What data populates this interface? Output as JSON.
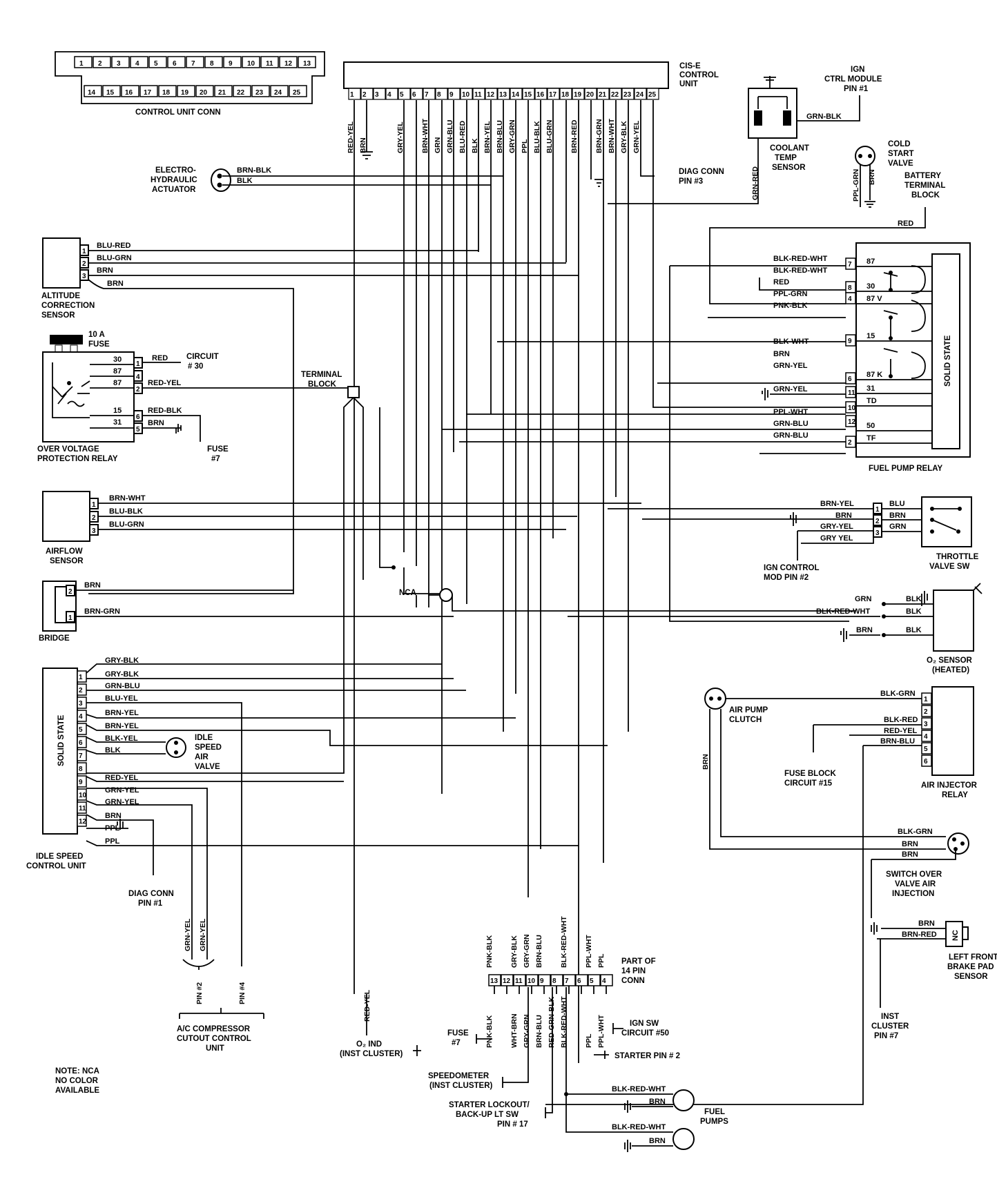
{
  "control_unit_conn": {
    "label": "CONTROL UNIT CONN",
    "top_row": [
      "1",
      "2",
      "3",
      "4",
      "5",
      "6",
      "7",
      "8",
      "9",
      "10",
      "11",
      "12",
      "13"
    ],
    "bottom_row": [
      "14",
      "15",
      "16",
      "17",
      "18",
      "19",
      "20",
      "21",
      "22",
      "23",
      "24",
      "25"
    ]
  },
  "cise": {
    "title_lines": [
      "CIS-E",
      "CONTROL",
      "UNIT"
    ],
    "pins": [
      "1",
      "2",
      "3",
      "4",
      "5",
      "6",
      "7",
      "8",
      "9",
      "10",
      "11",
      "12",
      "13",
      "14",
      "15",
      "16",
      "17",
      "18",
      "19",
      "20",
      "21",
      "22",
      "23",
      "24",
      "25"
    ],
    "wire_labels": [
      "RED-YEL",
      "BRN",
      "",
      "",
      "GRY-YEL",
      "",
      "BRN-WHT",
      "GRN",
      "GRN-BLU",
      "BLU-RED",
      "BLK",
      "BRN-YEL",
      "BRN-BLU",
      "GRY-GRN",
      "PPL",
      "BLU-BLK",
      "BLU-GRN",
      "",
      "BRN-RED",
      "",
      "BRN-GRN",
      "BRN-WHT",
      "GRY-BLK",
      "GRN-YEL",
      ""
    ]
  },
  "electro_hydraulic": {
    "name_lines": [
      "ELECTRO-",
      "HYDRAULIC",
      "ACTUATOR"
    ],
    "wires": [
      "BRN-BLK",
      "BLK"
    ]
  },
  "diag_conn_pin3": [
    "DIAG CONN",
    "PIN #3"
  ],
  "ign_ctrl_module": [
    "IGN",
    "CTRL MODULE",
    "PIN #1"
  ],
  "coolant_temp": {
    "name_lines": [
      "COOLANT",
      "TEMP",
      "SENSOR"
    ],
    "wires": [
      "GRN-BLK",
      "GRN-RED"
    ]
  },
  "cold_start": {
    "name_lines": [
      "COLD",
      "START",
      "VALVE"
    ],
    "wires": [
      "PPL-GRN",
      "BRN"
    ]
  },
  "battery_terminal": {
    "name_lines": [
      "BATTERY",
      "TERMINAL",
      "BLOCK"
    ],
    "wire": "RED"
  },
  "altitude": {
    "name_lines": [
      "ALTITUDE",
      "CORRECTION",
      "SENSOR"
    ],
    "pins": [
      "1",
      "2",
      "3"
    ],
    "wires": [
      "BLU-RED",
      "BLU-GRN",
      "BRN",
      "BRN"
    ]
  },
  "ovp": {
    "fuse_lines": [
      "10 A",
      "FUSE"
    ],
    "name_lines": [
      "OVER VOLTAGE",
      "PROTECTION RELAY"
    ],
    "terms": [
      "30",
      "87",
      "87",
      "15",
      "31"
    ],
    "pins": [
      "1",
      "4",
      "2",
      "6",
      "5"
    ],
    "wires": [
      "RED",
      "RED-YEL",
      "RED-BLK",
      "BRN"
    ],
    "circuit_lines": [
      "CIRCUIT",
      "# 30"
    ],
    "fuse7_lines": [
      "FUSE",
      "#7"
    ]
  },
  "terminal_block": [
    "TERMINAL",
    "BLOCK"
  ],
  "fuel_pump_relay": {
    "name": "FUEL PUMP RELAY",
    "solid_state": "SOLID STATE",
    "wires": [
      "BLK-RED-WHT",
      "BLK-RED-WHT",
      "RED",
      "PPL-GRN",
      "PNK-BLK",
      "BLK-WHT",
      "BRN",
      "GRN-YEL",
      "GRN-YEL",
      "PPL-WHT",
      "GRN-BLU",
      "GRN-BLU"
    ],
    "pins": [
      "7",
      "8",
      "4",
      "9",
      "6",
      "11",
      "10",
      "12",
      "2"
    ],
    "terms": [
      "87",
      "30",
      "87 V",
      "15",
      "87 K",
      "31",
      "TD",
      "50",
      "TF"
    ]
  },
  "airflow": {
    "name_lines": [
      "AIRFLOW",
      "SENSOR"
    ],
    "pins": [
      "1",
      "2",
      "3"
    ],
    "wires": [
      "BRN-WHT",
      "BLU-BLK",
      "BLU-GRN"
    ]
  },
  "throttle": {
    "name_lines": [
      "THROTTLE",
      "VALVE SW"
    ],
    "pins": [
      "1",
      "2",
      "3"
    ],
    "left_wires": [
      "BRN-YEL",
      "BRN",
      "GRY-YEL",
      "GRY YEL"
    ],
    "right_wires": [
      "BLU",
      "BRN",
      "GRN"
    ],
    "ign_control_lines": [
      "IGN CONTROL",
      "MOD PIN #2"
    ]
  },
  "bridge": {
    "name": "BRIDGE",
    "pins": [
      "2",
      "1"
    ],
    "wires": [
      "BRN",
      "BRN-GRN"
    ]
  },
  "nca": "NCA",
  "o2_sensor": {
    "name_lines": [
      "O₂ SENSOR",
      "(HEATED)"
    ],
    "left_wires": [
      "GRN",
      "BLK-RED-WHT",
      "BRN"
    ],
    "right_wires": [
      "BLK",
      "BLK",
      "BLK"
    ]
  },
  "idle_speed": {
    "name_lines": [
      "IDLE SPEED",
      "CONTROL UNIT"
    ],
    "solid_state": "SOLID STATE",
    "pins": [
      "1",
      "2",
      "3",
      "4",
      "5",
      "6",
      "7",
      "8",
      "9",
      "10",
      "11",
      "12"
    ],
    "wires": [
      "GRY-BLK",
      "GRY-BLK",
      "GRN-BLU",
      "BLU-YEL",
      "BRN-YEL",
      "BRN-YEL",
      "BLK-YEL",
      "BLK",
      "RED-YEL",
      "GRN-YEL",
      "GRN-YEL",
      "BRN",
      "PPL",
      "PPL"
    ],
    "valve_lines": [
      "IDLE",
      "SPEED",
      "AIR",
      "VALVE"
    ]
  },
  "diag_conn_pin1": [
    "DIAG CONN",
    "PIN #1"
  ],
  "air_pump": {
    "name_lines": [
      "AIR PUMP",
      "CLUTCH"
    ],
    "wire": "BRN"
  },
  "air_injector": {
    "name_lines": [
      "AIR INJECTOR",
      "RELAY"
    ],
    "pins": [
      "1",
      "2",
      "3",
      "4",
      "5",
      "6"
    ],
    "wires": [
      "BLK-GRN",
      "BLK-RED",
      "RED-YEL",
      "BRN-BLU"
    ],
    "fuse_block_lines": [
      "FUSE BLOCK",
      "CIRCUIT #15"
    ]
  },
  "switch_over": {
    "name_lines": [
      "SWITCH OVER",
      "VALVE AIR",
      "INJECTION"
    ],
    "wires": [
      "BLK-GRN",
      "BRN",
      "BRN"
    ]
  },
  "brake_pad": {
    "name_lines": [
      "LEFT FRONT",
      "BRAKE PAD",
      "SENSOR"
    ],
    "wires": [
      "BRN",
      "BRN-RED"
    ],
    "nc": "NC"
  },
  "inst_cluster_pin7": [
    "INST",
    "CLUSTER",
    "PIN #7"
  ],
  "conn14": {
    "title_lines": [
      "PART OF",
      "14 PIN",
      "CONN"
    ],
    "pins": [
      "13",
      "12",
      "11",
      "10",
      "9",
      "8",
      "7",
      "6",
      "5",
      "4"
    ],
    "top_labels": [
      "PNK-BLK",
      "GRY-BLK",
      "GRY-GRN",
      "BRN-BLU",
      "BLK-RED-WHT",
      "PPL-WHT",
      "PPL"
    ],
    "bottom_labels": [
      "PNK-BLK",
      "WHT-BRN",
      "GRY-GRN",
      "BRN-BLU",
      "RED-GRN-BLK",
      "BLK-RED-WHT",
      "PPL",
      "PPL-WHT"
    ]
  },
  "ac_compressor": {
    "wires": [
      "GRN-YEL",
      "GRN-YEL"
    ],
    "pins": [
      "PIN #2",
      "PIN #4"
    ],
    "name_lines": [
      "A/C  COMPRESSOR",
      "CUTOUT CONTROL",
      "UNIT"
    ]
  },
  "o2_ind": {
    "wire": "RED-YEL",
    "lines": [
      "O₂ IND",
      "(INST CLUSTER)"
    ]
  },
  "fuse7_bottom": [
    "FUSE",
    "#7"
  ],
  "ign_sw": [
    "IGN SW",
    "CIRCUIT #50"
  ],
  "starter_pin2": "STARTER PIN # 2",
  "speedometer": [
    "SPEEDOMETER",
    "(INST CLUSTER)"
  ],
  "starter_lockout": [
    "STARTER LOCKOUT/",
    "BACK-UP LT SW",
    "PIN # 17"
  ],
  "fuel_pumps": {
    "name_lines": [
      "FUEL",
      "PUMPS"
    ],
    "wires": [
      "BLK-RED-WHT",
      "BRN",
      "BLK-RED-WHT",
      "BRN"
    ]
  },
  "note": [
    "NOTE:  NCA",
    "NO COLOR",
    "AVAILABLE"
  ]
}
